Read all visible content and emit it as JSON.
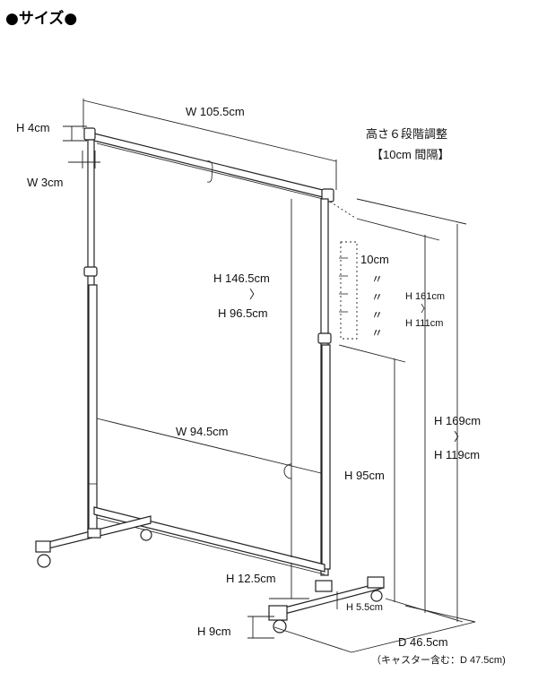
{
  "header": {
    "title": "●サイズ●"
  },
  "labels": {
    "height_adjust_title": "高さ６段階調整",
    "height_adjust_interval": "【10cm 間隔】",
    "top_width": "W 105.5cm",
    "bar_height": "H 4cm",
    "bar_width": "W 3cm",
    "inner_width": "W 94.5cm",
    "hang_height_max": "H 146.5cm",
    "hang_height_tilde": "〉",
    "hang_height_min": "H 96.5cm",
    "step": "10cm",
    "ditto_1": "〃",
    "ditto_2": "〃",
    "ditto_3": "〃",
    "ditto_4": "〃",
    "pole_height_max": "H 161cm",
    "pole_height_tilde": "〉",
    "pole_height_min": "H 111cm",
    "total_height_max": "H 169cm",
    "total_height_tilde": "〉",
    "total_height_min": "H 119cm",
    "side_height": "H 95cm",
    "lower_bar_height": "H 12.5cm",
    "foot_height": "H 5.5cm",
    "caster_height": "H 9cm",
    "depth": "D 46.5cm",
    "depth_with_caster": "（キャスター含む：D 47.5cm)"
  }
}
